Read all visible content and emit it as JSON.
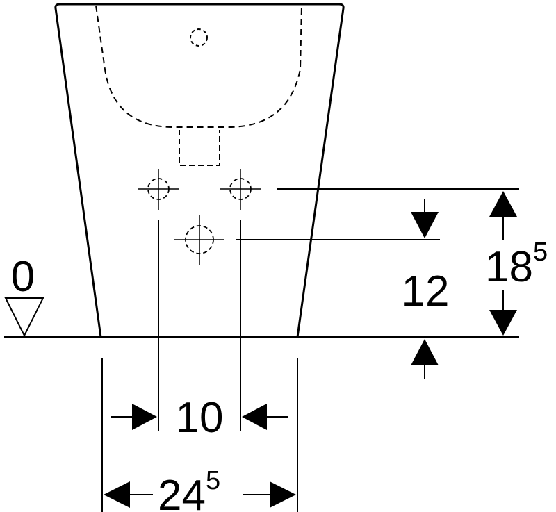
{
  "labels": {
    "floor_level": "0",
    "height_small": "12",
    "height_large_main": "18",
    "height_large_sup": "5",
    "spacing_inner": "10",
    "width_main": "24",
    "width_sup": "5"
  },
  "colors": {
    "line": "#000000",
    "background": "#ffffff"
  }
}
